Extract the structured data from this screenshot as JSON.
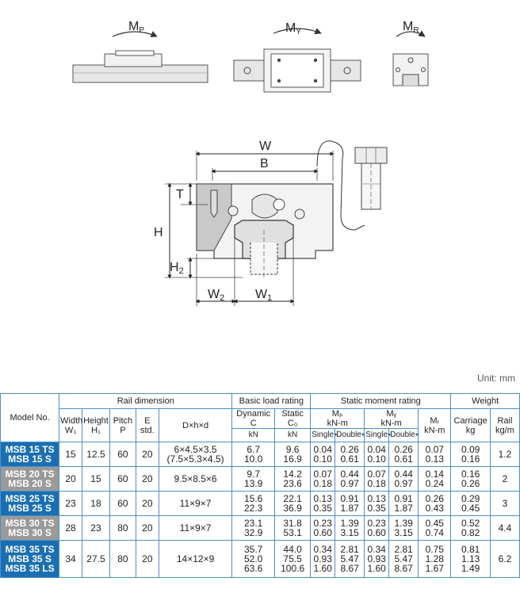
{
  "moments": {
    "mp": {
      "main": "M",
      "sub": "P"
    },
    "my": {
      "main": "M",
      "sub": "Y"
    },
    "mr": {
      "main": "M",
      "sub": "R"
    }
  },
  "dimension_labels": {
    "w": "W",
    "b": "B",
    "t": "T",
    "h": "H",
    "h2": "H2",
    "w2": "W2",
    "w1": "W1"
  },
  "unit": "Unit: mm",
  "table": {
    "headers": {
      "model": "Model No.",
      "rail_dimension": "Rail dimension",
      "basic_load": "Basic load rating",
      "static_moment": "Static moment rating",
      "weight": "Weight",
      "width": "Width",
      "height": "Height",
      "pitch": "Pitch",
      "e": "E",
      "dhd": "D×h×d",
      "dynamic": "Dynamic",
      "static": "Static",
      "mp": "Mₚ",
      "my": "Mᵧ",
      "mr": "Mᵣ",
      "carriage": "Carriage",
      "rail": "Rail",
      "w1": "W₁",
      "h1": "H₁",
      "p": "P",
      "std": "std.",
      "c": "C",
      "c0": "C₀",
      "kn1": "kN",
      "kn2": "kN",
      "knm_mp": "kN-m",
      "knm_my": "kN-m",
      "knm_mr": "kN-m",
      "kg": "kg",
      "kgm": "kg/m",
      "single": "Single",
      "double": "Double"
    },
    "rows": [
      {
        "models": [
          "MSB 15 TS",
          "MSB 15 S"
        ],
        "color": "blue",
        "w1": "15",
        "h1": "12.5",
        "p": "60",
        "e": "20",
        "dhd": [
          "6×4.5×3.5",
          "(7.5×5.3×4.5)"
        ],
        "dyn": [
          "6.7",
          "10.0"
        ],
        "stat": [
          "9.6",
          "16.9"
        ],
        "mp_s": [
          "0.04",
          "0.10"
        ],
        "mp_d": [
          "0.26",
          "0.61"
        ],
        "my_s": [
          "0.04",
          "0.10"
        ],
        "my_d": [
          "0.26",
          "0.61"
        ],
        "mr": [
          "0.07",
          "0.13"
        ],
        "carriage": [
          "0.09",
          "0.16"
        ],
        "rail": "1.2"
      },
      {
        "models": [
          "MSB 20 TS",
          "MSB 20 S"
        ],
        "color": "grey",
        "w1": "20",
        "h1": "15",
        "p": "60",
        "e": "20",
        "dhd": [
          "9.5×8.5×6"
        ],
        "dyn": [
          "9.7",
          "13.9"
        ],
        "stat": [
          "14.2",
          "23.6"
        ],
        "mp_s": [
          "0.07",
          "0.18"
        ],
        "mp_d": [
          "0.44",
          "0.97"
        ],
        "my_s": [
          "0.07",
          "0.18"
        ],
        "my_d": [
          "0.44",
          "0.97"
        ],
        "mr": [
          "0.14",
          "0.24"
        ],
        "carriage": [
          "0.16",
          "0.26"
        ],
        "rail": "2"
      },
      {
        "models": [
          "MSB 25 TS",
          "MSB 25 S"
        ],
        "color": "blue",
        "w1": "23",
        "h1": "18",
        "p": "60",
        "e": "20",
        "dhd": [
          "11×9×7"
        ],
        "dyn": [
          "15.6",
          "22.3"
        ],
        "stat": [
          "22.1",
          "36.9"
        ],
        "mp_s": [
          "0.13",
          "0.35"
        ],
        "mp_d": [
          "0.91",
          "1.87"
        ],
        "my_s": [
          "0.13",
          "0.35"
        ],
        "my_d": [
          "0.91",
          "1.87"
        ],
        "mr": [
          "0.26",
          "0.43"
        ],
        "carriage": [
          "0.29",
          "0.45"
        ],
        "rail": "3"
      },
      {
        "models": [
          "MSB 30 TS",
          "MSB 30 S"
        ],
        "color": "grey",
        "w1": "28",
        "h1": "23",
        "p": "80",
        "e": "20",
        "dhd": [
          "11×9×7"
        ],
        "dyn": [
          "23.1",
          "32.9"
        ],
        "stat": [
          "31.8",
          "53.1"
        ],
        "mp_s": [
          "0.23",
          "0.60"
        ],
        "mp_d": [
          "1.39",
          "3.15"
        ],
        "my_s": [
          "0.23",
          "0.60"
        ],
        "my_d": [
          "1.39",
          "3.15"
        ],
        "mr": [
          "0.45",
          "0.74"
        ],
        "carriage": [
          "0.52",
          "0.82"
        ],
        "rail": "4.4"
      },
      {
        "models": [
          "MSB 35 TS",
          "MSB 35 S",
          "MSB 35 LS"
        ],
        "color": "blue",
        "w1": "34",
        "h1": "27.5",
        "p": "80",
        "e": "20",
        "dhd": [
          "14×12×9"
        ],
        "dyn": [
          "35.7",
          "52.0",
          "63.6"
        ],
        "stat": [
          "44.0",
          "75.5",
          "100.6"
        ],
        "mp_s": [
          "0.34",
          "0.93",
          "1.60"
        ],
        "mp_d": [
          "2.81",
          "5.47",
          "8.67"
        ],
        "my_s": [
          "0.34",
          "0.93",
          "1.60"
        ],
        "my_d": [
          "2.81",
          "5.47",
          "8.67"
        ],
        "mr": [
          "0.75",
          "1.28",
          "1.67"
        ],
        "carriage": [
          "0.81",
          "1.13",
          "1.49"
        ],
        "rail": "6.2"
      }
    ]
  }
}
